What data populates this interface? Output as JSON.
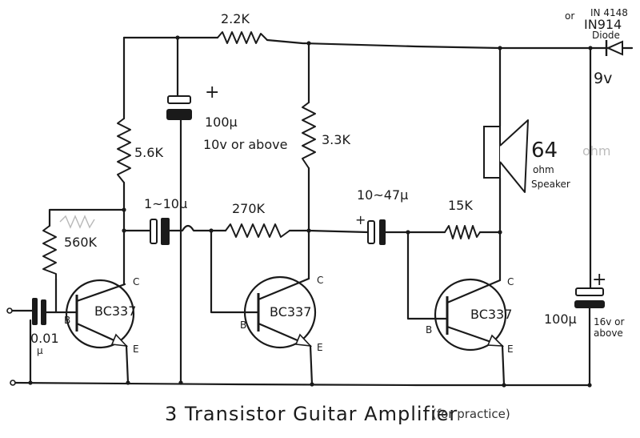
{
  "title": "3 Transistor Guitar Amplifier",
  "subtitle": "(for practice)",
  "components": {
    "r_top": "2.2K",
    "r_bias1": "5.6K",
    "r_feedback": "560K",
    "c_decouple": "100µ",
    "c_decouple_rating": "10v or above",
    "c_decouple_plus": "+",
    "r_collector2": "3.3K",
    "c_couple1": "1~10µ",
    "r_bias2": "270K",
    "c_couple2": "10~47µ",
    "c_couple2_plus": "+",
    "r_bias3": "15K",
    "c_input": "0.01",
    "c_input_unit": "µ",
    "speaker_value": "64",
    "speaker_value_faint": "ohm",
    "speaker_unit": "ohm",
    "speaker_word": "Speaker",
    "diode_or": "or",
    "diode_1": "IN 4148",
    "diode_2": "IN914",
    "diode_word": "Diode",
    "supply": "9v",
    "c_supply": "100µ",
    "c_supply_plus": "+",
    "c_supply_rating_1": "16v or",
    "c_supply_rating_2": "above"
  },
  "transistors": [
    {
      "part": "BC337",
      "b": "B",
      "c": "C",
      "e": "E"
    },
    {
      "part": "BC337",
      "b": "B",
      "c": "C",
      "e": "E"
    },
    {
      "part": "BC337",
      "b": "B",
      "c": "C",
      "e": "E"
    }
  ]
}
